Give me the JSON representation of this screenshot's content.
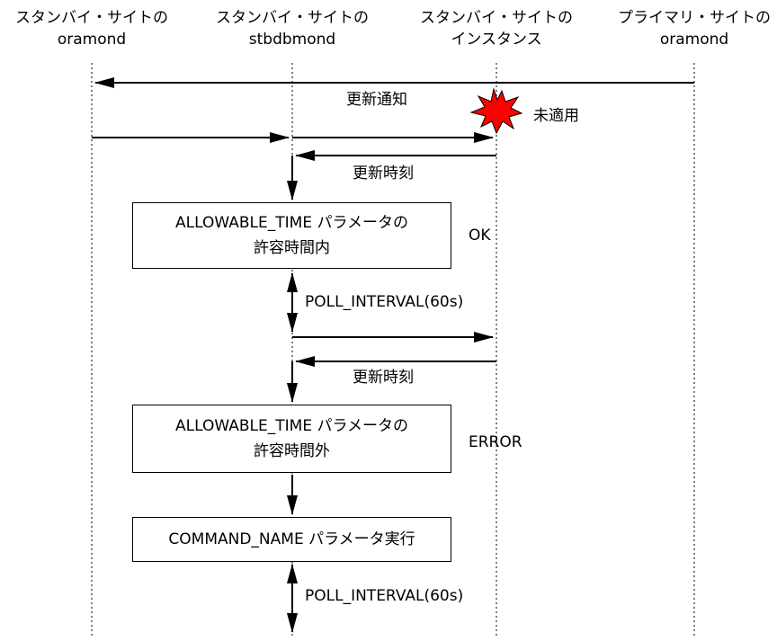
{
  "lanes": [
    {
      "line1": "スタンバイ・サイトの",
      "line2": "oramond"
    },
    {
      "line1": "スタンバイ・サイトの",
      "line2": "stbdbmond"
    },
    {
      "line1": "スタンバイ・サイトの",
      "line2": "インスタンス"
    },
    {
      "line1": "プライマリ・サイトの",
      "line2": "oramond"
    }
  ],
  "messages": {
    "update_notice": "更新通知",
    "not_applied": "未適用",
    "update_time_1": "更新時刻",
    "ok": "OK",
    "poll_interval_1": "POLL_INTERVAL(60s)",
    "update_time_2": "更新時刻",
    "error": "ERROR",
    "poll_interval_2": "POLL_INTERVAL(60s)"
  },
  "boxes": {
    "allowable_within": {
      "line1": "ALLOWABLE_TIME パラメータの",
      "line2": "許容時間内"
    },
    "allowable_outside": {
      "line1": "ALLOWABLE_TIME パラメータの",
      "line2": "許容時間外"
    },
    "command_name": {
      "line1": "COMMAND_NAME パラメータ実行"
    }
  },
  "colors": {
    "burst": "#ff0000",
    "line": "#000000"
  }
}
